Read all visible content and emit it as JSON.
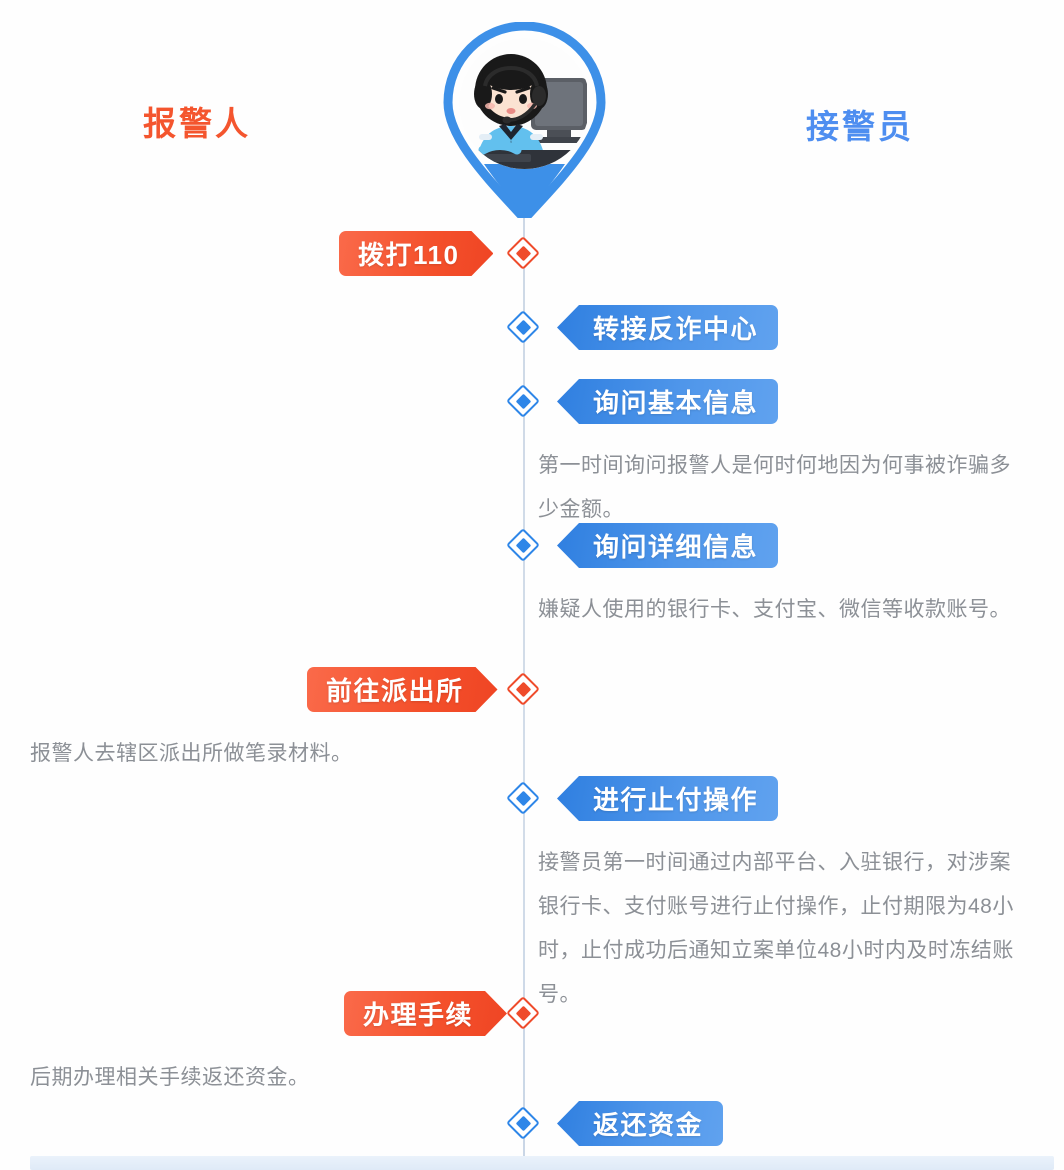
{
  "headers": {
    "left": {
      "label": "报警人",
      "color": "#f4552e"
    },
    "right": {
      "label": "接警员",
      "color": "#4e8ef0"
    }
  },
  "avatar": {
    "name": "police-dispatcher-pin",
    "description": "接警员",
    "pin_color": "#3d90e8"
  },
  "colors": {
    "caller_accent": "#ef4524",
    "dispatcher_accent": "#2e86e8",
    "timeline_line": "#cdd8e6",
    "body_text": "#8c9096",
    "background": "#fefefe"
  },
  "steps": [
    {
      "id": "call-110",
      "side": "left",
      "actor": "报警人",
      "label": "拨打110",
      "marker_color": "#ef4b2b",
      "description": ""
    },
    {
      "id": "transfer-anti-fraud-center",
      "side": "right",
      "actor": "接警员",
      "label": "转接反诈中心",
      "marker_color": "#2e86e8",
      "description": ""
    },
    {
      "id": "ask-basic-info",
      "side": "right",
      "actor": "接警员",
      "label": "询问基本信息",
      "marker_color": "#2e86e8",
      "description": "第一时间询问报警人是何时何地因为何事被诈骗多少金额。"
    },
    {
      "id": "ask-detailed-info",
      "side": "right",
      "actor": "接警员",
      "label": "询问详细信息",
      "marker_color": "#2e86e8",
      "description": "嫌疑人使用的银行卡、支付宝、微信等收款账号。"
    },
    {
      "id": "go-to-police-station",
      "side": "left",
      "actor": "报警人",
      "label": "前往派出所",
      "marker_color": "#ef4b2b",
      "description": "报警人去辖区派出所做笔录材料。"
    },
    {
      "id": "stop-payment-operation",
      "side": "right",
      "actor": "接警员",
      "label": "进行止付操作",
      "marker_color": "#2e86e8",
      "description": "接警员第一时间通过内部平台、入驻银行，对涉案银行卡、支付账号进行止付操作，止付期限为48小时，止付成功后通知立案单位48小时内及时冻结账号。"
    },
    {
      "id": "handle-formalities",
      "side": "left",
      "actor": "报警人",
      "label": "办理手续",
      "marker_color": "#ef4b2b",
      "description": "后期办理相关手续返还资金。"
    },
    {
      "id": "return-funds",
      "side": "right",
      "actor": "接警员",
      "label": "返还资金",
      "marker_color": "#2e86e8",
      "description": ""
    }
  ]
}
